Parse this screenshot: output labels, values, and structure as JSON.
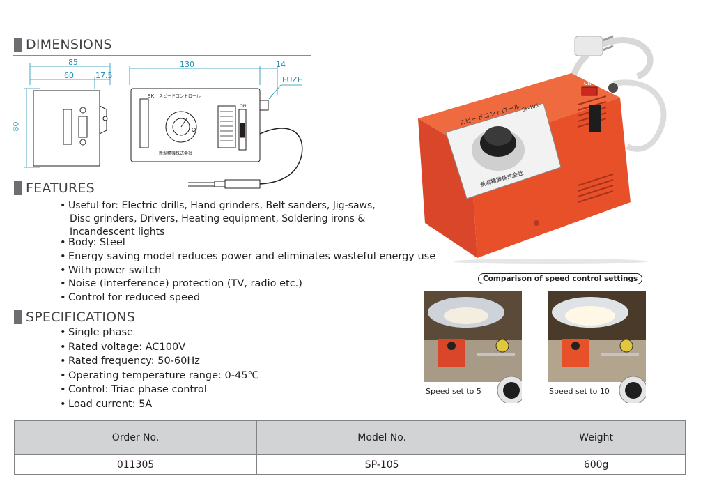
{
  "sections": {
    "dimensions": "DIMENSIONS",
    "features": "FEATURES",
    "specifications": "SPECIFICATIONS"
  },
  "dimension_labels": {
    "overall_depth": "85",
    "depth_a": "60",
    "depth_b": "17.5",
    "height": "80",
    "length": "130",
    "fuze_offset": "14",
    "fuze": "FUZE"
  },
  "device_labels": {
    "speed_control": "スピードコントロール",
    "maker": "新潟精機株式会社",
    "model": "SP-105",
    "on": "ON",
    "sk": "SK"
  },
  "features": [
    "Useful for: Electric drills, Hand grinders, Belt sanders, Jig-saws,",
    "Disc grinders, Drivers, Heating equipment, Soldering irons &",
    "Incandescent lights",
    "Body: Steel",
    "Energy saving model reduces power and eliminates wasteful energy use",
    "With power switch",
    "Noise (interference) protection (TV, radio etc.)",
    "Control for reduced speed"
  ],
  "specifications": [
    "Single phase",
    "Rated voltage: AC100V",
    "Rated frequency: 50-60Hz",
    "Operating temperature range: 0-45℃",
    "Control: Triac phase control",
    "Load current: 5A"
  ],
  "comparison": {
    "title": "Comparison of speed control settings",
    "left_caption": "Speed set to 5",
    "right_caption": "Speed set to 10"
  },
  "table": {
    "headers": [
      "Order No.",
      "Model No.",
      "Weight"
    ],
    "row": [
      "011305",
      "SP-105",
      "600g"
    ]
  },
  "colors": {
    "device_orange": "#e8502a",
    "dimension_blue": "#1a8fb0",
    "header_gray": "#d1d3d4"
  }
}
